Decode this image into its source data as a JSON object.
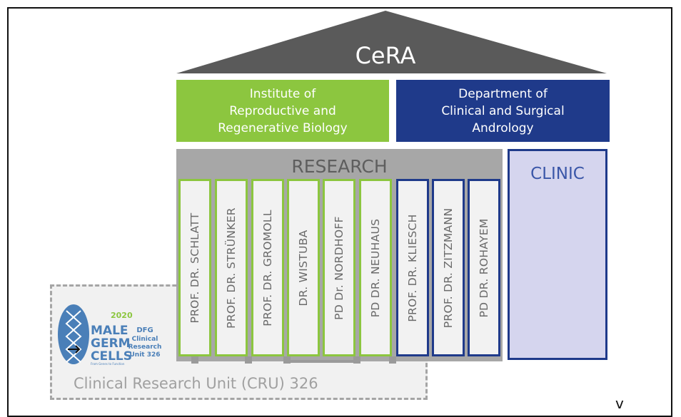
{
  "title": "CeRA",
  "institute": {
    "lines": [
      "Institute of",
      "Reproductive and",
      "Regenerative Biology"
    ],
    "color": "#8cc63f"
  },
  "department": {
    "lines": [
      "Department of",
      "Clinical and Surgical",
      "Andrology"
    ],
    "color": "#1f3a8a"
  },
  "research": {
    "title": "RESEARCH"
  },
  "clinic": {
    "title": "CLINIC"
  },
  "pillars": [
    {
      "name": "PROF. DR. SCHLATT",
      "group": "green"
    },
    {
      "name": "PROF. DR. STRÜNKER",
      "group": "green"
    },
    {
      "name": "PROF. DR. GROMOLL",
      "group": "green"
    },
    {
      "name": "DR. WISTUBA",
      "group": "green"
    },
    {
      "name": "PD Dr. NORDHOFF",
      "group": "green"
    },
    {
      "name": "PD DR. NEUHAUS",
      "group": "green"
    },
    {
      "name": "PROF. DR. KLIESCH",
      "group": "blue"
    },
    {
      "name": "PROF. DR. ZITZMANN",
      "group": "blue"
    },
    {
      "name": "PD DR. ROHAYEM",
      "group": "blue"
    }
  ],
  "cru": {
    "label": "Clinical Research Unit (CRU) 326",
    "logo": {
      "year": "2020",
      "words": [
        "MALE",
        "GERM",
        "CELLS"
      ],
      "tagline": "From Genes to Function",
      "dfg_lines": [
        "DFG",
        "Clinical",
        "Research",
        "Unit 326"
      ]
    }
  },
  "corner_letter": "v"
}
